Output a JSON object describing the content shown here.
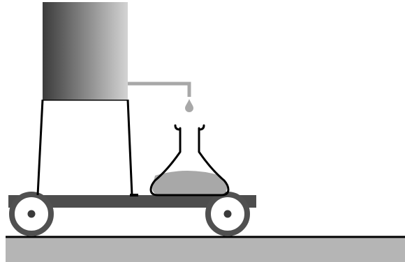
{
  "colors": {
    "background": "#ffffff",
    "ground": "#b5b5b5",
    "ground_edge": "#000000",
    "cart_platform": "#4d4d4d",
    "wheel_fill": "#ffffff",
    "wheel_rim": "#505050",
    "wheel_hub": "#3a3a3a",
    "tank_dark": "#3b3b3b",
    "tank_light": "#d4d4d4",
    "stand_line": "#000000",
    "pipe": "#a8a8a8",
    "drop": "#a8a8a8",
    "flask_outline": "#000000",
    "liquid": "#a8a8a8"
  },
  "scene": {
    "description_elements": [
      "ground",
      "cart",
      "tank",
      "stand",
      "pipe",
      "drop",
      "flask",
      "liquid"
    ],
    "icons": {
      "tank": "water-tank-icon",
      "flask": "erlenmeyer-flask-icon",
      "drop": "water-drop-icon",
      "wheel": "wheel-icon"
    }
  }
}
